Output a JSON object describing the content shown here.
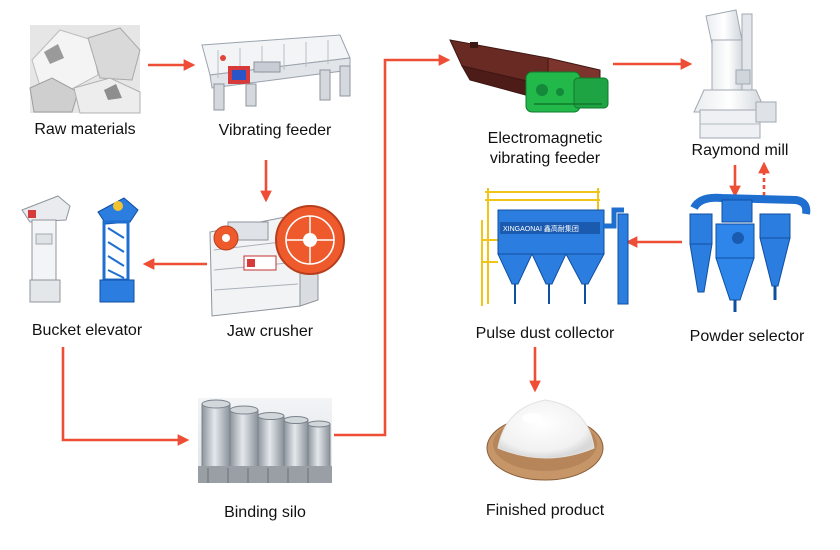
{
  "colors": {
    "arrow": "#ee4d36",
    "equipment_blue": "#1f6fd1",
    "crusher_orange": "#ef5a2d",
    "feeder_green": "#22b84a",
    "stone_gray": "#c8c8c8"
  },
  "nodes": {
    "raw_materials": {
      "label": "Raw materials",
      "icon": "rock-pile-icon"
    },
    "vibrating_feeder": {
      "label": "Vibrating feeder",
      "icon": "vibrating-feeder-icon"
    },
    "electromagnetic_feeder": {
      "label_line1": "Electromagnetic",
      "label_line2": "vibrating feeder",
      "icon": "electromagnetic-feeder-icon"
    },
    "raymond_mill": {
      "label": "Raymond mill",
      "icon": "raymond-mill-icon"
    },
    "jaw_crusher": {
      "label": "Jaw crusher",
      "icon": "jaw-crusher-icon"
    },
    "bucket_elevator": {
      "label": "Bucket elevator",
      "icon": "bucket-elevator-icon"
    },
    "pulse_dust_collector": {
      "label": "Pulse dust collector",
      "icon": "dust-collector-icon"
    },
    "powder_selector": {
      "label": "Powder selector",
      "icon": "cyclone-separator-icon"
    },
    "binding_silo": {
      "label": "Binding silo",
      "icon": "silo-icon"
    },
    "finished_product": {
      "label": "Finished product",
      "icon": "powder-bowl-icon"
    }
  },
  "equipment_text": {
    "collector_brand": "XINGAONAI",
    "collector_brand_cn": "鑫高耐集团"
  }
}
